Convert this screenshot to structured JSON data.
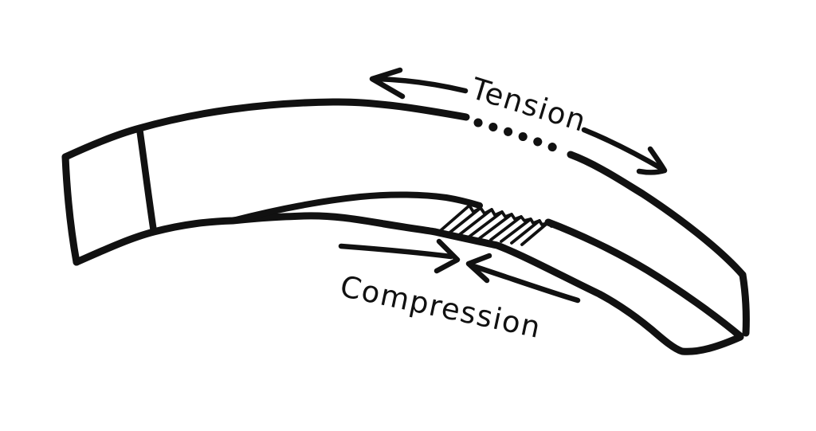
{
  "page": {
    "background_color": "#ffffff",
    "ink_color": "#111111"
  },
  "diagram": {
    "labels": {
      "tension": "Tension",
      "compression": "Compression"
    },
    "icons": [
      "tension-arrow-left-icon",
      "tension-arrow-right-icon",
      "compression-arrow-left-icon",
      "compression-arrow-right-icon"
    ],
    "features": {
      "top_edge_style": "dotted-segment",
      "bottom_edge_style": "wrinkled-segment"
    }
  }
}
